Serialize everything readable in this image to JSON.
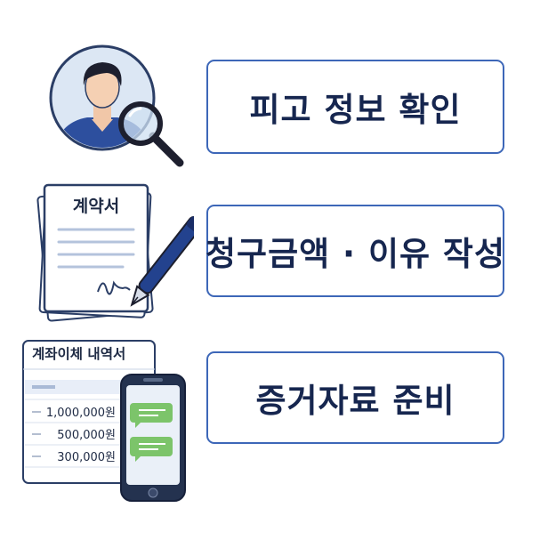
{
  "steps": [
    {
      "label": "피고 정보 확인",
      "icon": "defendant-magnifier-icon"
    },
    {
      "label": "청구금액 · 이유 작성",
      "icon": "contract-pen-icon"
    },
    {
      "label": "증거자료 준비",
      "icon": "bank-statement-phone-icon"
    }
  ],
  "contract": {
    "title": "계약서"
  },
  "statement": {
    "title": "계좌이체 내역서",
    "amounts": [
      "1,000,000원",
      "500,000원",
      "300,000원"
    ]
  },
  "colors": {
    "box_border": "#3d67b8",
    "label_text": "#16264f",
    "avatar_bg": "#dce7f4",
    "shirt": "#2d4f9e",
    "chat_bubble": "#7cc46a",
    "phone_body": "#24324f"
  }
}
